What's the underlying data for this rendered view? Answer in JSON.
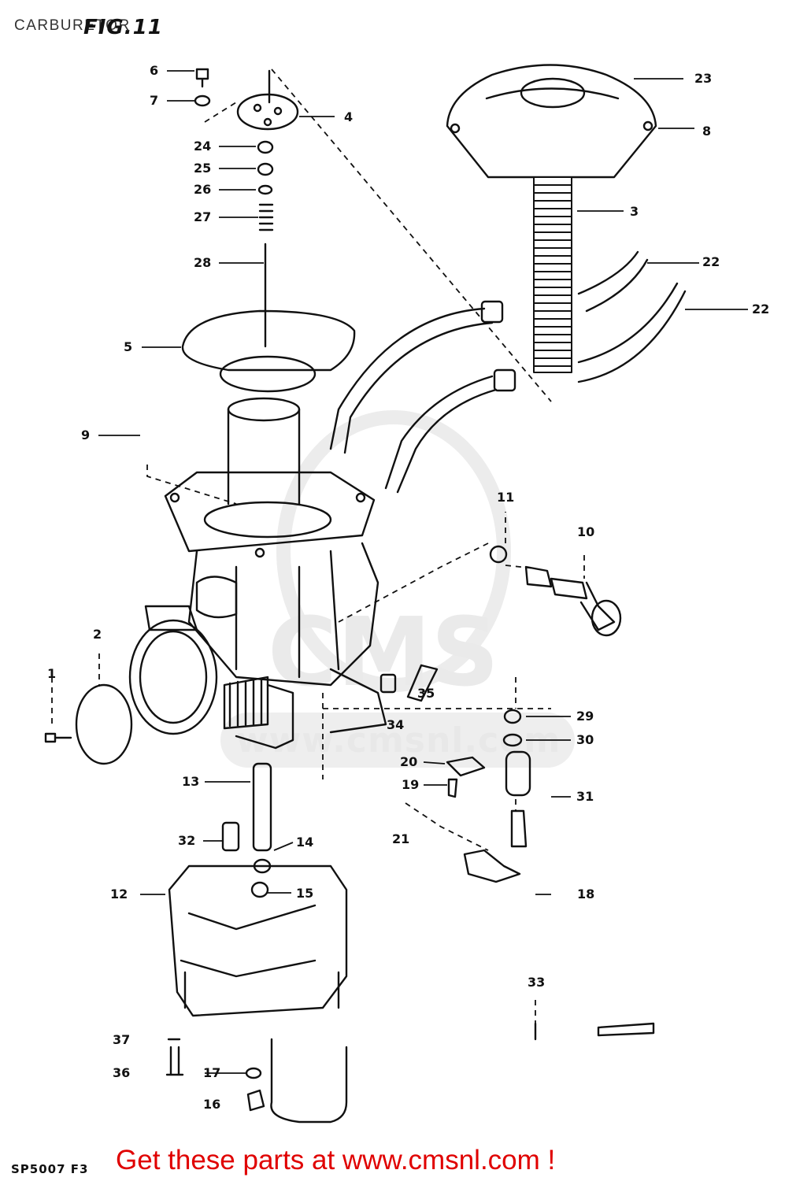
{
  "header": {
    "title": "CARBURETOR",
    "figure_label": "FIG.11"
  },
  "footer": {
    "diagram_code": "SP5007 F3",
    "link_text": "Get these parts at www.cmsnl.com !",
    "link_color": "#e00000"
  },
  "watermark": {
    "text": "www.cmsnl.com"
  },
  "callouts": {
    "c1": "1",
    "c2": "2",
    "c3": "3",
    "c4": "4",
    "c5": "5",
    "c6": "6",
    "c7": "7",
    "c8": "8",
    "c9": "9",
    "c10": "10",
    "c11": "11",
    "c12": "12",
    "c13": "13",
    "c14": "14",
    "c15": "15",
    "c16": "16",
    "c17": "17",
    "c18": "18",
    "c19": "19",
    "c20": "20",
    "c21": "21",
    "c22a": "22",
    "c22b": "22",
    "c23": "23",
    "c24": "24",
    "c25": "25",
    "c26": "26",
    "c27": "27",
    "c28": "28",
    "c29": "29",
    "c30": "30",
    "c31": "31",
    "c32": "32",
    "c33": "33",
    "c34": "34",
    "c35": "35",
    "c36": "36",
    "c37": "37"
  }
}
